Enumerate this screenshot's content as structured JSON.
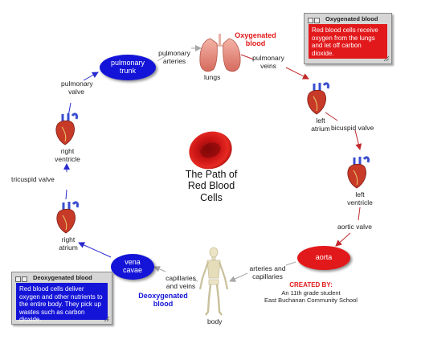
{
  "nodes": {
    "pulmonary_trunk": "pulmonary trunk",
    "vena_cavae": "vena cavae",
    "aorta": "aorta",
    "lungs": "lungs",
    "body": "body",
    "left_atrium": "left atrium",
    "left_ventricle": "left ventricle",
    "right_atrium": "right atrium",
    "right_ventricle": "right ventricle"
  },
  "links": {
    "pulmonary_arteries": "pulmonary arteries",
    "pulmonary_veins": "pulmonary veins",
    "bicuspid_valve": "bicuspid valve",
    "aortic_valve": "aortic valve",
    "arteries_and_capillaries": "arteries and capillaries",
    "capillaries_and_veins": "capillaries and veins",
    "tricuspid_valve": "tricuspid valve",
    "pulmonary_valve": "pulmonary valve"
  },
  "flow_labels": {
    "oxygenated": "Oxygenated blood",
    "deoxygenated": "Deoxygenated blood"
  },
  "center_title": "The Path of Red Blood Cells",
  "callouts": {
    "oxygenated": {
      "title": "Oxygenated blood",
      "text": "Red blood cells receive oxygen from the lungs and let off carbon dioxide."
    },
    "deoxygenated": {
      "title": "Deoxygenated blood",
      "text": "Red blood cells deliver oxygen and other nutrients to the entire body. They pick up wastes such as carbon dioxide."
    }
  },
  "credit": {
    "heading": "CREATED BY:",
    "line1": "An 11th grade student",
    "line2": "East Buchanan Community School"
  },
  "colors": {
    "oxygenated": "#e2191b",
    "deoxygenated": "#1414d8",
    "red_arrow": "#c0282a",
    "blue_arrow": "#2a2ad0",
    "gray_arrow": "#a7a7a7"
  },
  "icons": [
    "lungs-icon",
    "heart-icon",
    "red-blood-cell-icon",
    "skeleton-icon"
  ]
}
